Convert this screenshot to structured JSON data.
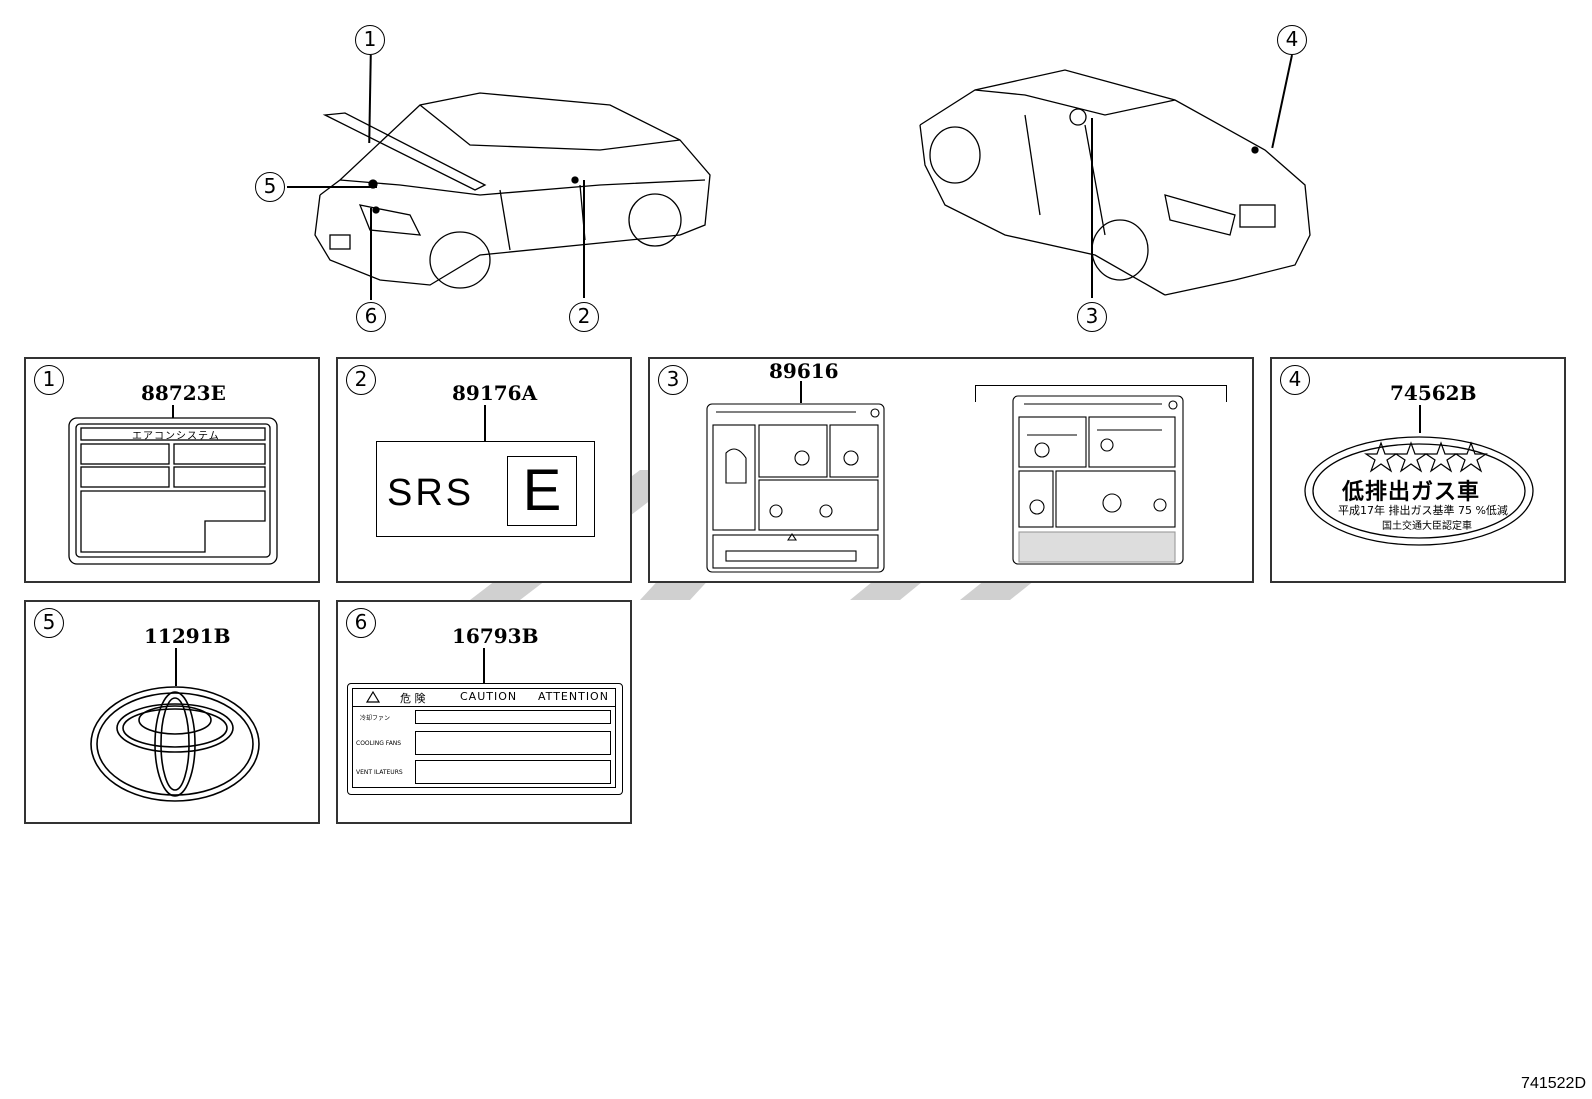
{
  "callouts": [
    "1",
    "2",
    "3",
    "4",
    "5",
    "6"
  ],
  "panels": [
    {
      "index": "1",
      "part_number": "88723E"
    },
    {
      "index": "2",
      "part_number": "89176A"
    },
    {
      "index": "3",
      "part_number": "89616"
    },
    {
      "index": "4",
      "part_number": "74562B"
    },
    {
      "index": "5",
      "part_number": "11291B"
    },
    {
      "index": "6",
      "part_number": "16793B"
    }
  ],
  "labels": {
    "aircon_title": "エアコンシステム",
    "srs_text": "SRS",
    "srs_letter": "E",
    "emission_title": "低排出ガス車",
    "emission_line1": "平成17年 排出ガス基準 75 %低減",
    "emission_line2": "国土交通大臣認定車",
    "caution_danger": "危 険",
    "caution_en": "CAUTION",
    "caution_fr": "ATTENTION",
    "fan_jp": "冷却ファン",
    "fan_en": "COOLING FANS",
    "fan_fr": "VENT ILATEURS"
  },
  "figure_code": "741522D",
  "colors": {
    "line": "#000000",
    "watermark": "#c8c8c8",
    "frame": "#333333"
  }
}
